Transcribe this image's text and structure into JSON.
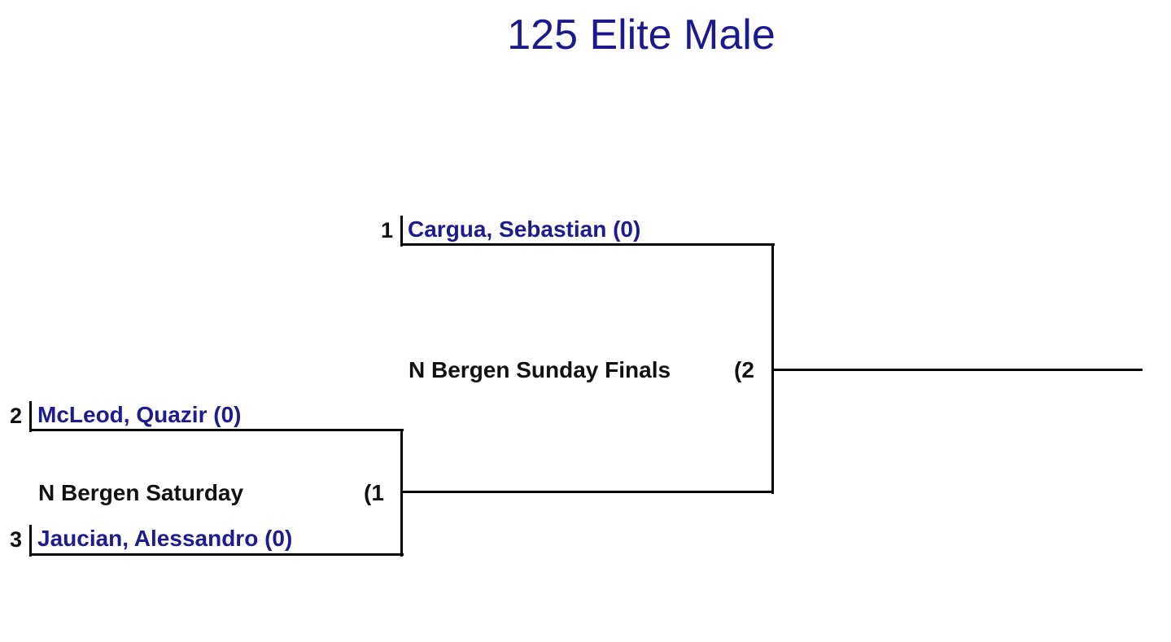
{
  "title": "125 Elite Male",
  "bracket": {
    "round1": {
      "event_label": "N Bergen Saturday",
      "bout_number": "(1",
      "competitors": [
        {
          "seed": "2",
          "name": "McLeod, Quazir (0)"
        },
        {
          "seed": "3",
          "name": "Jaucian, Alessandro (0)"
        }
      ]
    },
    "round2": {
      "event_label": "N Bergen Sunday Finals",
      "bout_number": "(2",
      "competitors": [
        {
          "seed": "1",
          "name": "Cargua, Sebastian (0)"
        }
      ]
    }
  }
}
